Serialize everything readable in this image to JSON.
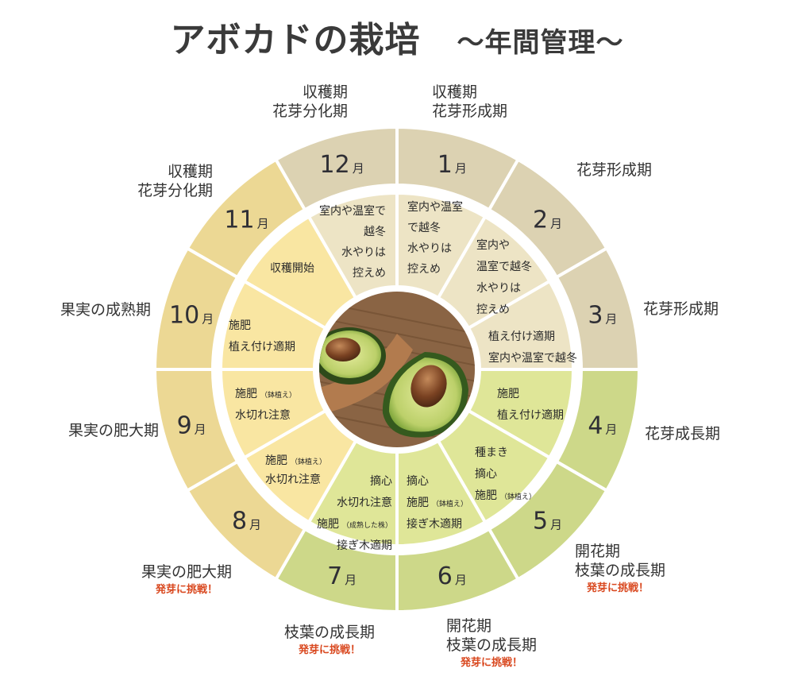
{
  "title": {
    "main": "アボカドの栽培",
    "sub": "〜年間管理〜"
  },
  "colors": {
    "winter_outer": "#dcd2b2",
    "winter_inner": "#ede4c5",
    "summer_outer": "#cdd889",
    "summer_inner": "#dfe698",
    "autumn_outer": "#ecd894",
    "autumn_inner": "#f9e6a2",
    "challenge_text": "#d9481f",
    "divider": "#ffffff"
  },
  "center_image": {
    "description": "halved avocados on wooden plate"
  },
  "months": [
    {
      "num": "1",
      "unit": "月",
      "tasks": [
        "室内や温室",
        "で越冬",
        "水やりは",
        "控えめ"
      ],
      "stage": [
        "収穫期",
        "花芽形成期"
      ],
      "challenge": ""
    },
    {
      "num": "2",
      "unit": "月",
      "tasks": [
        "室内や",
        "温室で越冬",
        "水やりは",
        "控えめ"
      ],
      "stage": [
        "花芽形成期"
      ],
      "challenge": ""
    },
    {
      "num": "3",
      "unit": "月",
      "tasks": [
        "植え付け適期",
        "室内や温室で越冬"
      ],
      "stage": [
        "花芽形成期"
      ],
      "challenge": ""
    },
    {
      "num": "4",
      "unit": "月",
      "tasks": [
        "施肥",
        "植え付け適期"
      ],
      "stage": [
        "花芽成長期"
      ],
      "challenge": ""
    },
    {
      "num": "5",
      "unit": "月",
      "tasks": [
        "種まき",
        "摘心",
        "施肥"
      ],
      "task_note": "（鉢植え）",
      "stage": [
        "開花期",
        "枝葉の成長期"
      ],
      "challenge": "発芽に挑戦！"
    },
    {
      "num": "6",
      "unit": "月",
      "tasks": [
        "摘心",
        "施肥",
        "接ぎ木適期"
      ],
      "task_note": "（鉢植え）",
      "stage": [
        "開花期",
        "枝葉の成長期"
      ],
      "challenge": "発芽に挑戦！"
    },
    {
      "num": "7",
      "unit": "月",
      "tasks": [
        "摘心",
        "水切れ注意",
        "施肥",
        "接ぎ木適期"
      ],
      "task_note": "（成熟した株）",
      "stage": [
        "枝葉の成長期"
      ],
      "challenge": "発芽に挑戦！"
    },
    {
      "num": "8",
      "unit": "月",
      "tasks": [
        "施肥",
        "水切れ注意"
      ],
      "task_note": "（鉢植え）",
      "stage": [
        "果実の肥大期"
      ],
      "challenge": "発芽に挑戦！"
    },
    {
      "num": "9",
      "unit": "月",
      "tasks": [
        "施肥",
        "水切れ注意"
      ],
      "task_note": "（鉢植え）",
      "stage": [
        "果実の肥大期"
      ],
      "challenge": ""
    },
    {
      "num": "10",
      "unit": "月",
      "tasks": [
        "施肥",
        "植え付け適期"
      ],
      "stage": [
        "果実の成熟期"
      ],
      "challenge": ""
    },
    {
      "num": "11",
      "unit": "月",
      "tasks": [
        "収穫開始"
      ],
      "stage": [
        "収穫期",
        "花芽分化期"
      ],
      "challenge": ""
    },
    {
      "num": "12",
      "unit": "月",
      "tasks": [
        "室内や温室で",
        "越冬",
        "水やりは",
        "控えめ"
      ],
      "stage": [
        "収穫期",
        "花芽分化期"
      ],
      "challenge": ""
    }
  ]
}
